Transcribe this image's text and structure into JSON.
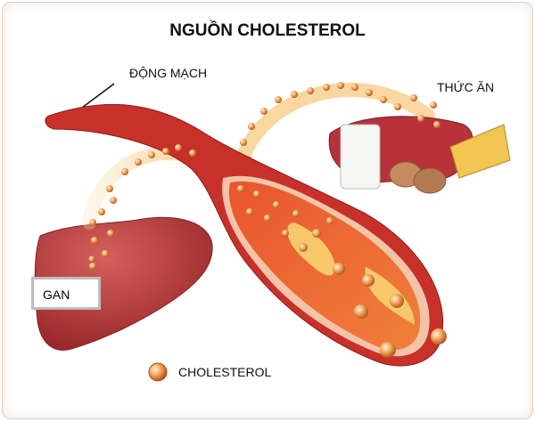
{
  "title": "NGUỒN CHOLESTEROL",
  "labels": {
    "artery": "ĐỘNG MẠCH",
    "food": "THỨC ĂN",
    "liver": "GAN"
  },
  "legend": {
    "icon": "cholesterol-particle-icon",
    "label": "CHOLESTEROL"
  },
  "colors": {
    "artery": "#c8302a",
    "liver": "#b8383a",
    "plaque": "#f6c86a",
    "particle": "#e8893c",
    "flow_band": "#f9d7a0"
  }
}
